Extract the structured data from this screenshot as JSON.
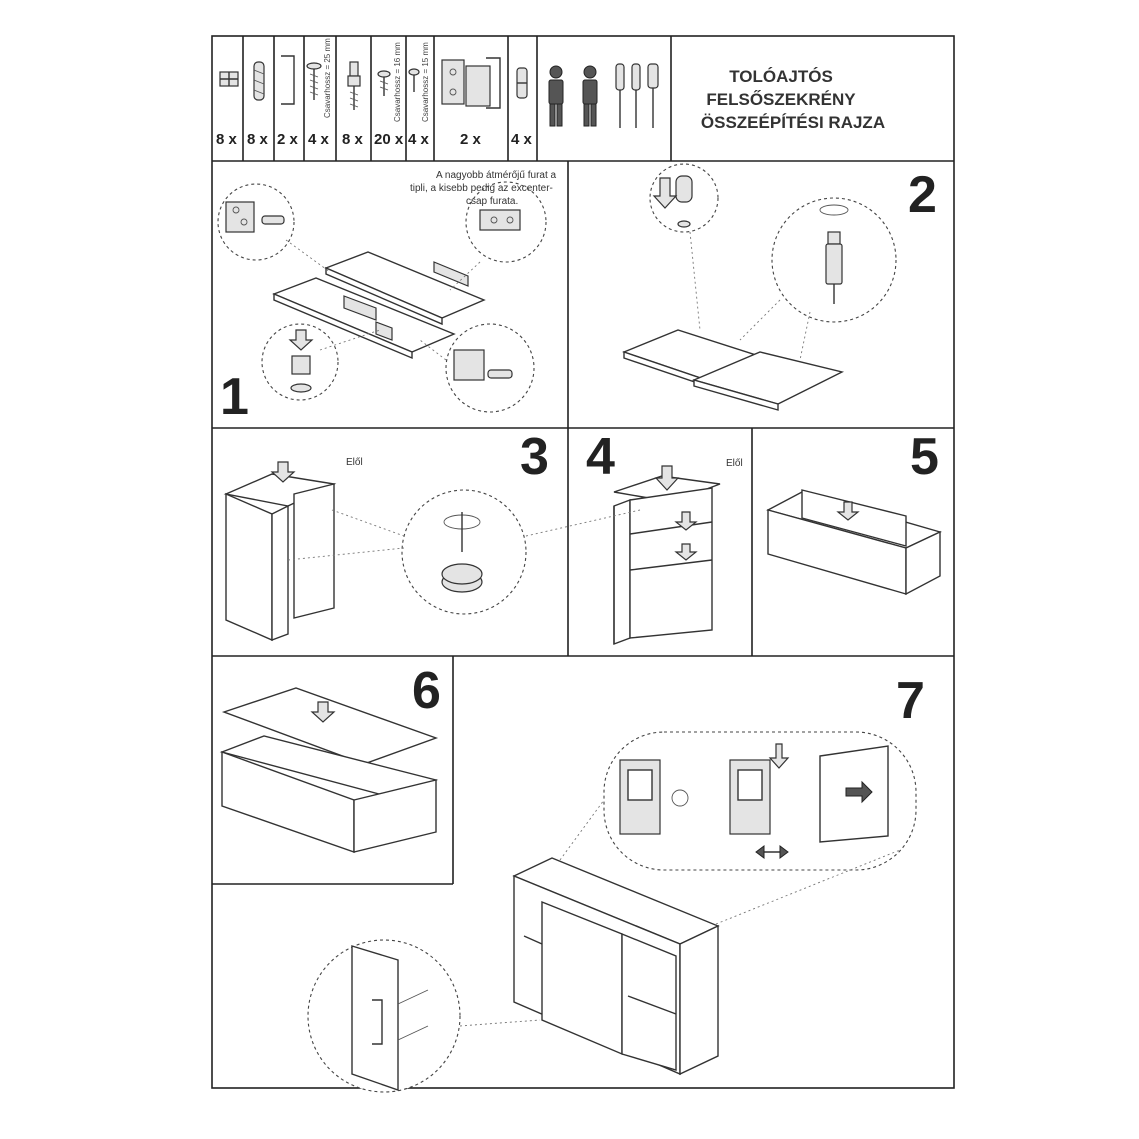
{
  "header": {
    "title_lines": [
      "TOLÓAJTÓS",
      "FELSŐSZEKRÉNY",
      "ÖSSZEÉPÍTÉSI RAJZA"
    ],
    "parts": [
      {
        "qty": "8 x",
        "icon": "cam-lock-icon"
      },
      {
        "qty": "8 x",
        "icon": "wooden-dowel-icon"
      },
      {
        "qty": "2 x",
        "icon": "handle-icon"
      },
      {
        "qty": "4 x",
        "icon": "screw-icon"
      },
      {
        "qty": "8 x",
        "icon": "cam-bolt-icon"
      },
      {
        "qty": "20 x",
        "icon": "short-screw-icon"
      },
      {
        "qty": "4 x",
        "icon": "screw-icon"
      },
      {
        "qty": "2 x",
        "icon": "hanging-bracket-icon"
      },
      {
        "qty": "4 x",
        "icon": "shelf-pin-icon"
      }
    ],
    "tools_icons": [
      "person-icon",
      "person-icon",
      "screwdriver-icon",
      "screwdriver-icon",
      "screwdriver-icon"
    ]
  },
  "steps": {
    "s1": "1",
    "s2": "2",
    "s3": "3",
    "s4": "4",
    "s5": "5",
    "s6": "6",
    "s7": "7"
  },
  "notes": {
    "hole_note_lines": [
      "A nagyobb átmérőjű furat a",
      "tipli, a kisebb pedig az excenter-",
      "csap furata."
    ],
    "front_label_3": "Elől",
    "front_label_4": "Elől"
  }
}
